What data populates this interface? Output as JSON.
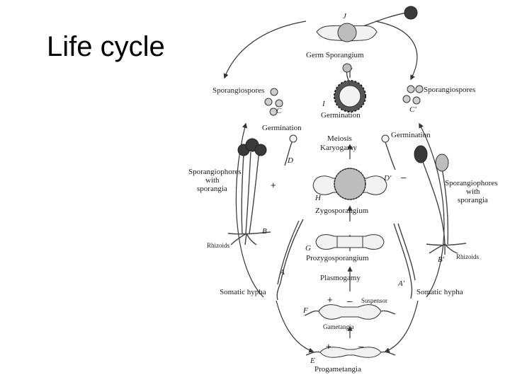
{
  "slide": {
    "title": "Life cycle"
  },
  "diagram": {
    "labels": {
      "germ_sporangium": "Germ  Sporangium",
      "sporangiospores_left": "Sporangiospores",
      "sporangiospores_right": "Sporangiospores",
      "germination_center": "Germination",
      "germination_left": "Germination",
      "germination_right": "Germination",
      "meiosis": "Meiosis",
      "karyogamy": "Karyogamy",
      "sporangiophores_left_1": "Sporangiophores",
      "sporangiophores_left_2": "with",
      "sporangiophores_left_3": "sporangia",
      "sporangiophores_right_1": "Sporangiophores",
      "sporangiophores_right_2": "with",
      "sporangiophores_right_3": "sporangia",
      "zygosporangium": "Zygosporangium",
      "rhizoids_left": "Rhizoids",
      "rhizoids_right": "Rhizoids",
      "prozygosporangium": "Prozygosporangium",
      "plasmogamy": "Plasmogamy",
      "somatic_hypha_left": "Somatic hypha",
      "somatic_hypha_right": "Somatic hypha",
      "suspensor": "Suspensor",
      "gametangia": "Gametangia",
      "progametangia": "Progametangia"
    },
    "letters": {
      "J": "J",
      "I": "I",
      "C": "C",
      "C2": "C'",
      "D": "D",
      "D2": "D'",
      "H": "H",
      "B": "B",
      "B2": "B'",
      "G": "G",
      "A": "A",
      "A2": "A'",
      "F": "F",
      "E": "E"
    },
    "signs": {
      "plus_d": "+",
      "minus_d2": "–",
      "plus_f": "+",
      "minus_f": "–",
      "plus_e": "+",
      "minus_e": "–"
    }
  }
}
